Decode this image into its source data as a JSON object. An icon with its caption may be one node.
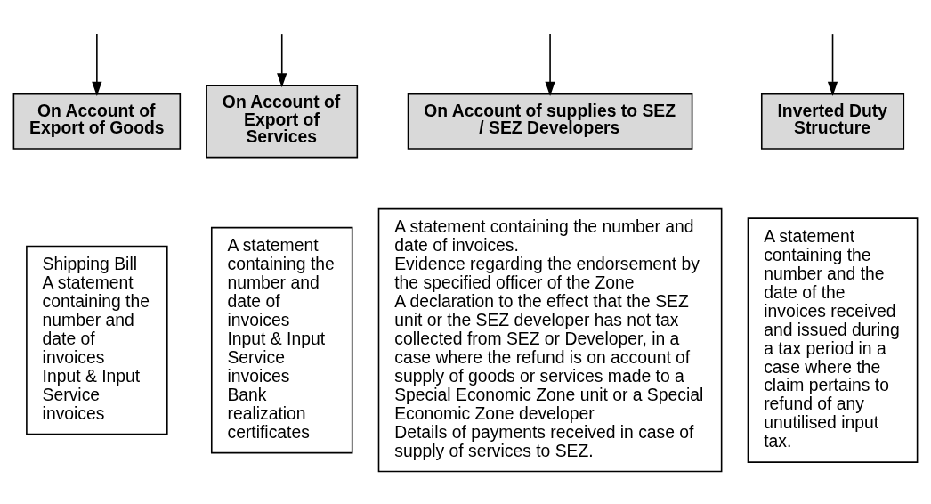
{
  "diagram": {
    "nodes": [
      {
        "text": [
          "On Account of Export of Goods"
        ]
      },
      {
        "text": [
          "Shipping Bill",
          "A statement containing the number and date of invoices",
          "Input & Input Service invoices"
        ]
      },
      {
        "text": [
          "On Account of Export of Services"
        ]
      },
      {
        "text": [
          "A statement containing the number and date of invoices",
          "Input & Input Service invoices",
          "Bank realization certificates"
        ]
      },
      {
        "text": [
          "On Account of supplies to SEZ / SEZ Developers"
        ]
      },
      {
        "text": [
          "A statement containing the number and date of invoices.",
          "Evidence regarding the endorsement by the specified officer of the Zone",
          "A declaration to the effect that the SEZ unit or the SEZ developer has not tax collected from SEZ or Developer, in a case where the refund is on account of supply of goods or services made to a Special Economic Zone unit or a Special Economic Zone developer",
          "Details of payments received in case of supply of services to SEZ."
        ]
      },
      {
        "text": [
          "Inverted Duty Structure"
        ]
      },
      {
        "text": [
          "A statement containing the number and the date of the invoices received and issued during a tax period in a case where the claim pertains to refund of any unutilised input tax."
        ]
      }
    ],
    "edges": [
      {
        "from": null,
        "to": 0,
        "arrow": "to"
      },
      {
        "from": null,
        "to": 2,
        "arrow": "to"
      },
      {
        "from": null,
        "to": 4,
        "arrow": "to"
      },
      {
        "from": null,
        "to": 6,
        "arrow": "to"
      }
    ]
  }
}
